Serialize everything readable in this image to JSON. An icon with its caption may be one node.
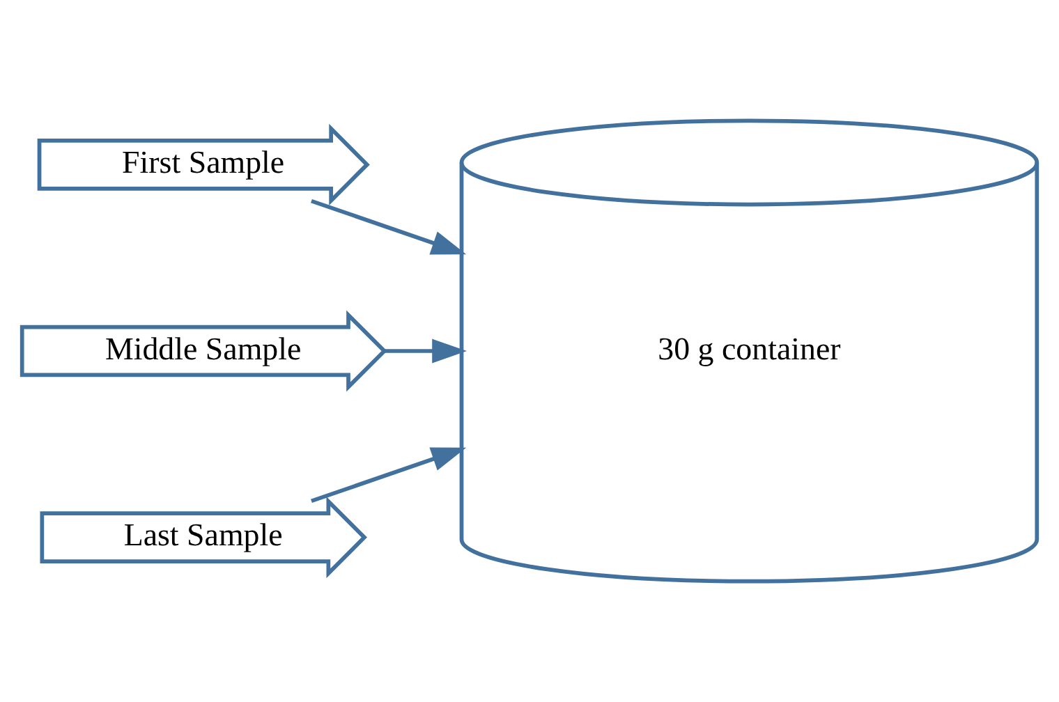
{
  "diagram": {
    "nodes": [
      {
        "text": [
          "First Sample"
        ]
      },
      {
        "text": [
          "Middle Sample"
        ]
      },
      {
        "text": [
          "Last Sample"
        ]
      },
      {
        "text": [
          "30 g container"
        ]
      }
    ],
    "edges": [
      {
        "from": 0,
        "to": 3,
        "arrow": "to"
      },
      {
        "from": 1,
        "to": 3,
        "arrow": "to"
      },
      {
        "from": 2,
        "to": 3,
        "arrow": "to"
      }
    ]
  }
}
